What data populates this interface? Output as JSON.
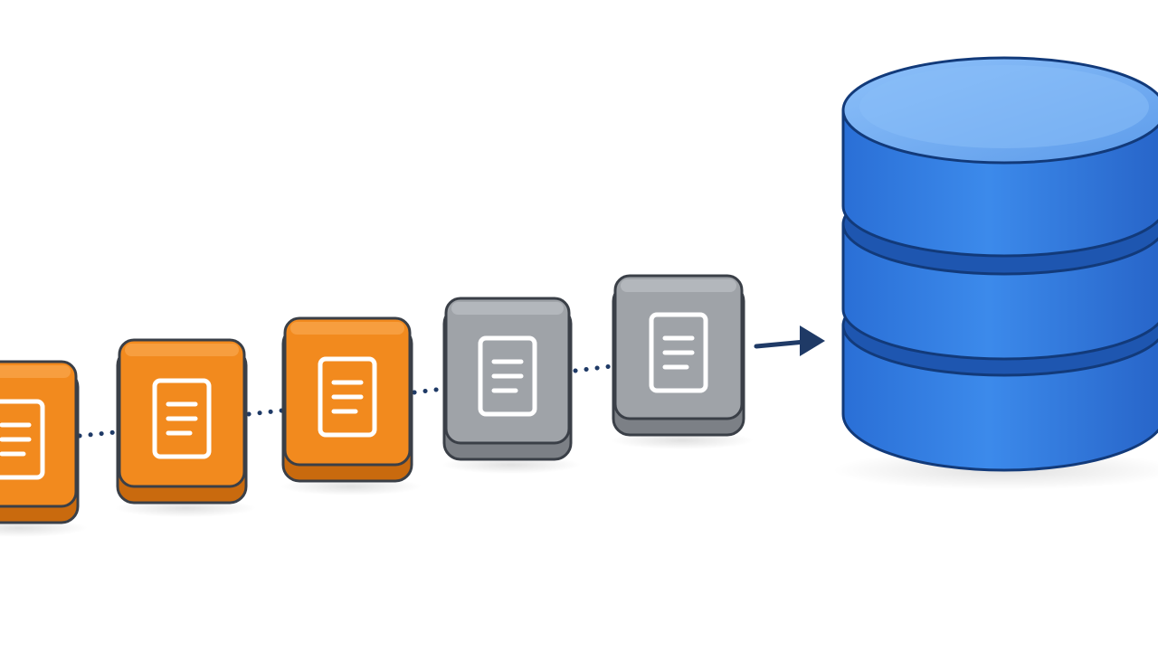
{
  "diagram": {
    "blocks": [
      {
        "state": "pending",
        "icon": "document-icon"
      },
      {
        "state": "pending",
        "icon": "document-icon"
      },
      {
        "state": "pending",
        "icon": "document-icon"
      },
      {
        "state": "processed",
        "icon": "document-icon"
      },
      {
        "state": "processed",
        "icon": "document-icon"
      }
    ],
    "connector_style": "dotted",
    "destination": {
      "icon": "database-icon",
      "layers": 3
    },
    "colors": {
      "pending_fill": "#F28A1E",
      "pending_top": "#F7A347",
      "processed_fill": "#9FA3A8",
      "processed_top": "#B8BCC1",
      "outline": "#3A3F47",
      "connector": "#1F3A66",
      "database_fill": "#2F7BE0",
      "database_top": "#7BB3F5",
      "background": "#FFFFFF"
    }
  }
}
